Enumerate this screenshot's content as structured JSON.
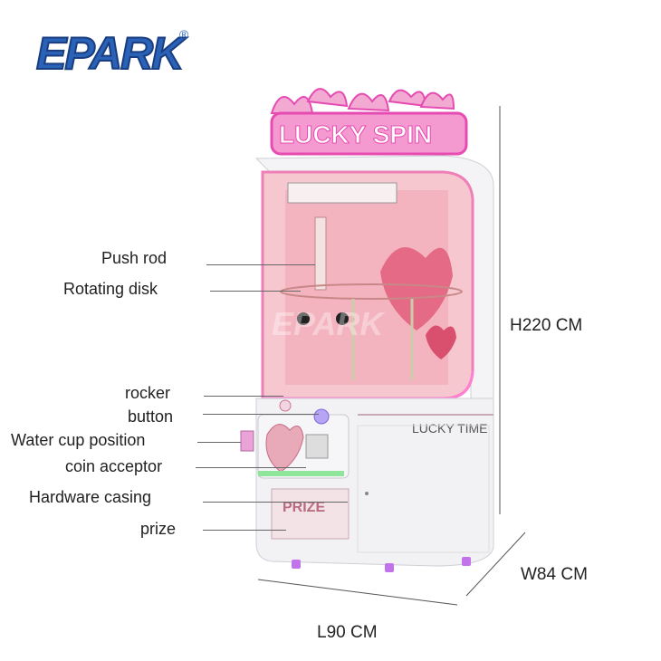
{
  "brand": {
    "name": "EPARK",
    "registered": "®"
  },
  "machine": {
    "marquee": "LUCKY SPIN",
    "cabinet_brand": "LUCKY TIME",
    "prize_door": "PRIZE",
    "watermark": "EPARK",
    "colors": {
      "pink": "#f08fc0",
      "neon": "#e64bb2",
      "glass": "#f6c6cf",
      "cabinet": "#f1f1f3"
    }
  },
  "labels": [
    {
      "text": "Push rod"
    },
    {
      "text": "Rotating disk"
    },
    {
      "text": "rocker"
    },
    {
      "text": "button"
    },
    {
      "text": "Water cup position"
    },
    {
      "text": "coin acceptor"
    },
    {
      "text": "Hardware casing"
    },
    {
      "text": "prize"
    }
  ],
  "dimensions": {
    "height": "H220 CM",
    "width": "W84 CM",
    "length": "L90 CM"
  }
}
